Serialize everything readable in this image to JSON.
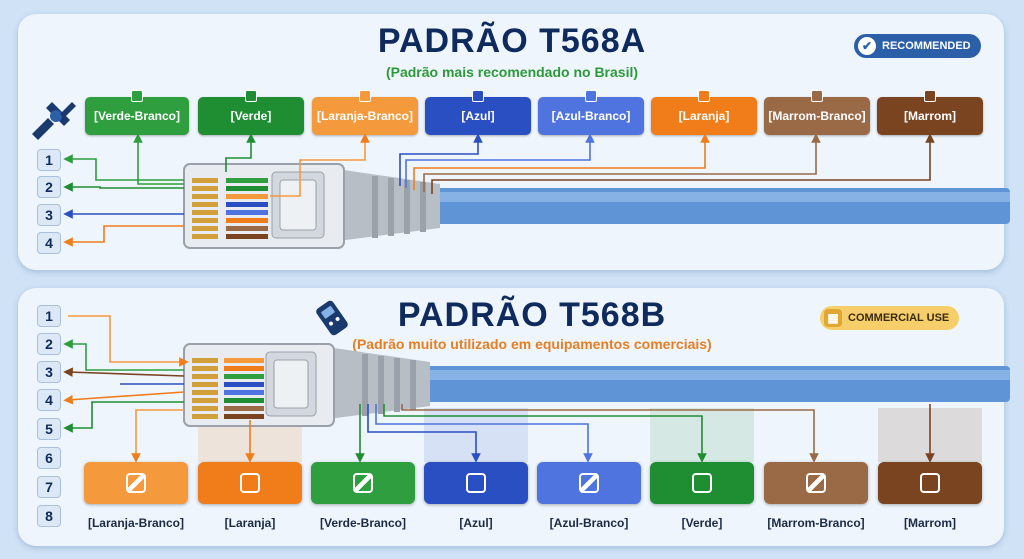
{
  "colors": {
    "verde_branco": "#2e9e3e",
    "verde": "#1f8e32",
    "laranja_branco": "#f59a3c",
    "azul": "#2a4fc2",
    "azul_branco": "#4f74e0",
    "laranja": "#f07d1a",
    "marrom_branco": "#9a6a46",
    "marrom": "#7a4420",
    "title": "#0f2a5c",
    "subtitle_a": "#2d9a3a",
    "subtitle_b": "#e67e22"
  },
  "panel_a": {
    "title": "PADRÃO T568A",
    "subtitle": "(Padrão mais recomendado no Brasil)",
    "badge": "RECOMMENDED",
    "badge_icon": "check-circle-icon",
    "tool_icon": "crimper-tool-icon",
    "pins": [
      "1",
      "2",
      "3",
      "4"
    ],
    "wires": [
      "[Verde-Branco]",
      "[Verde]",
      "[Laranja-Branco]",
      "[Azul]",
      "[Azul-Branco]",
      "[Laranja]",
      "[Marrom-Branco]",
      "[Marrom]"
    ]
  },
  "panel_b": {
    "title": "PADRÃO T568B",
    "subtitle": "(Padrão muito utilizado em equipamentos comerciais)",
    "badge": "COMMERCIAL USE",
    "badge_icon": "building-icon",
    "tool_icon": "cable-tester-icon",
    "pins": [
      "1",
      "2",
      "3",
      "4",
      "5",
      "6",
      "7",
      "8"
    ],
    "wires": [
      "[Laranja-Branco]",
      "[Laranja]",
      "[Verde-Branco]",
      "[Azul]",
      "[Azul-Branco]",
      "[Verde]",
      "[Marrom-Branco]",
      "[Marrom]"
    ]
  }
}
